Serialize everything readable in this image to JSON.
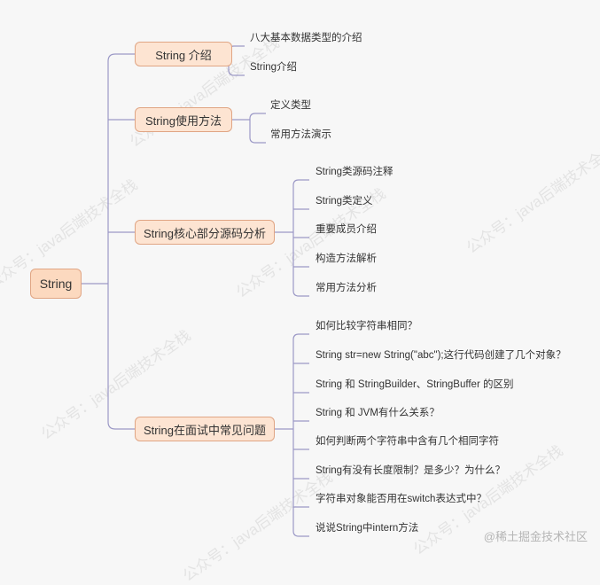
{
  "root": {
    "label": "String"
  },
  "branches": [
    {
      "label": "String 介绍",
      "children": [
        "八大基本数据类型的介绍",
        "String介绍"
      ]
    },
    {
      "label": "String使用方法",
      "children": [
        "定义类型",
        "常用方法演示"
      ]
    },
    {
      "label": "String核心部分源码分析",
      "children": [
        "String类源码注释",
        "String类定义",
        "重要成员介绍",
        "构造方法解析",
        "常用方法分析"
      ]
    },
    {
      "label": "String在面试中常见问题",
      "children": [
        "如何比较字符串相同？",
        "String str=new String(\"abc\");这行代码创建了几个对象？",
        "String 和 StringBuilder、StringBuffer 的区别",
        "String 和 JVM有什么关系？",
        "如何判断两个字符串中含有几个相同字符",
        "String有没有长度限制？是多少？为什么？",
        "字符串对象能否用在switch表达式中？",
        "说说String中intern方法"
      ]
    }
  ],
  "watermark": "公众号：java后端技术全栈",
  "brand_mark": "@稀土掘金技术社区",
  "colors": {
    "line": "#9b98c6",
    "node_border": "#e0a584",
    "root_fill": "#fcd9bf",
    "branch_fill": "#fde4d2"
  }
}
